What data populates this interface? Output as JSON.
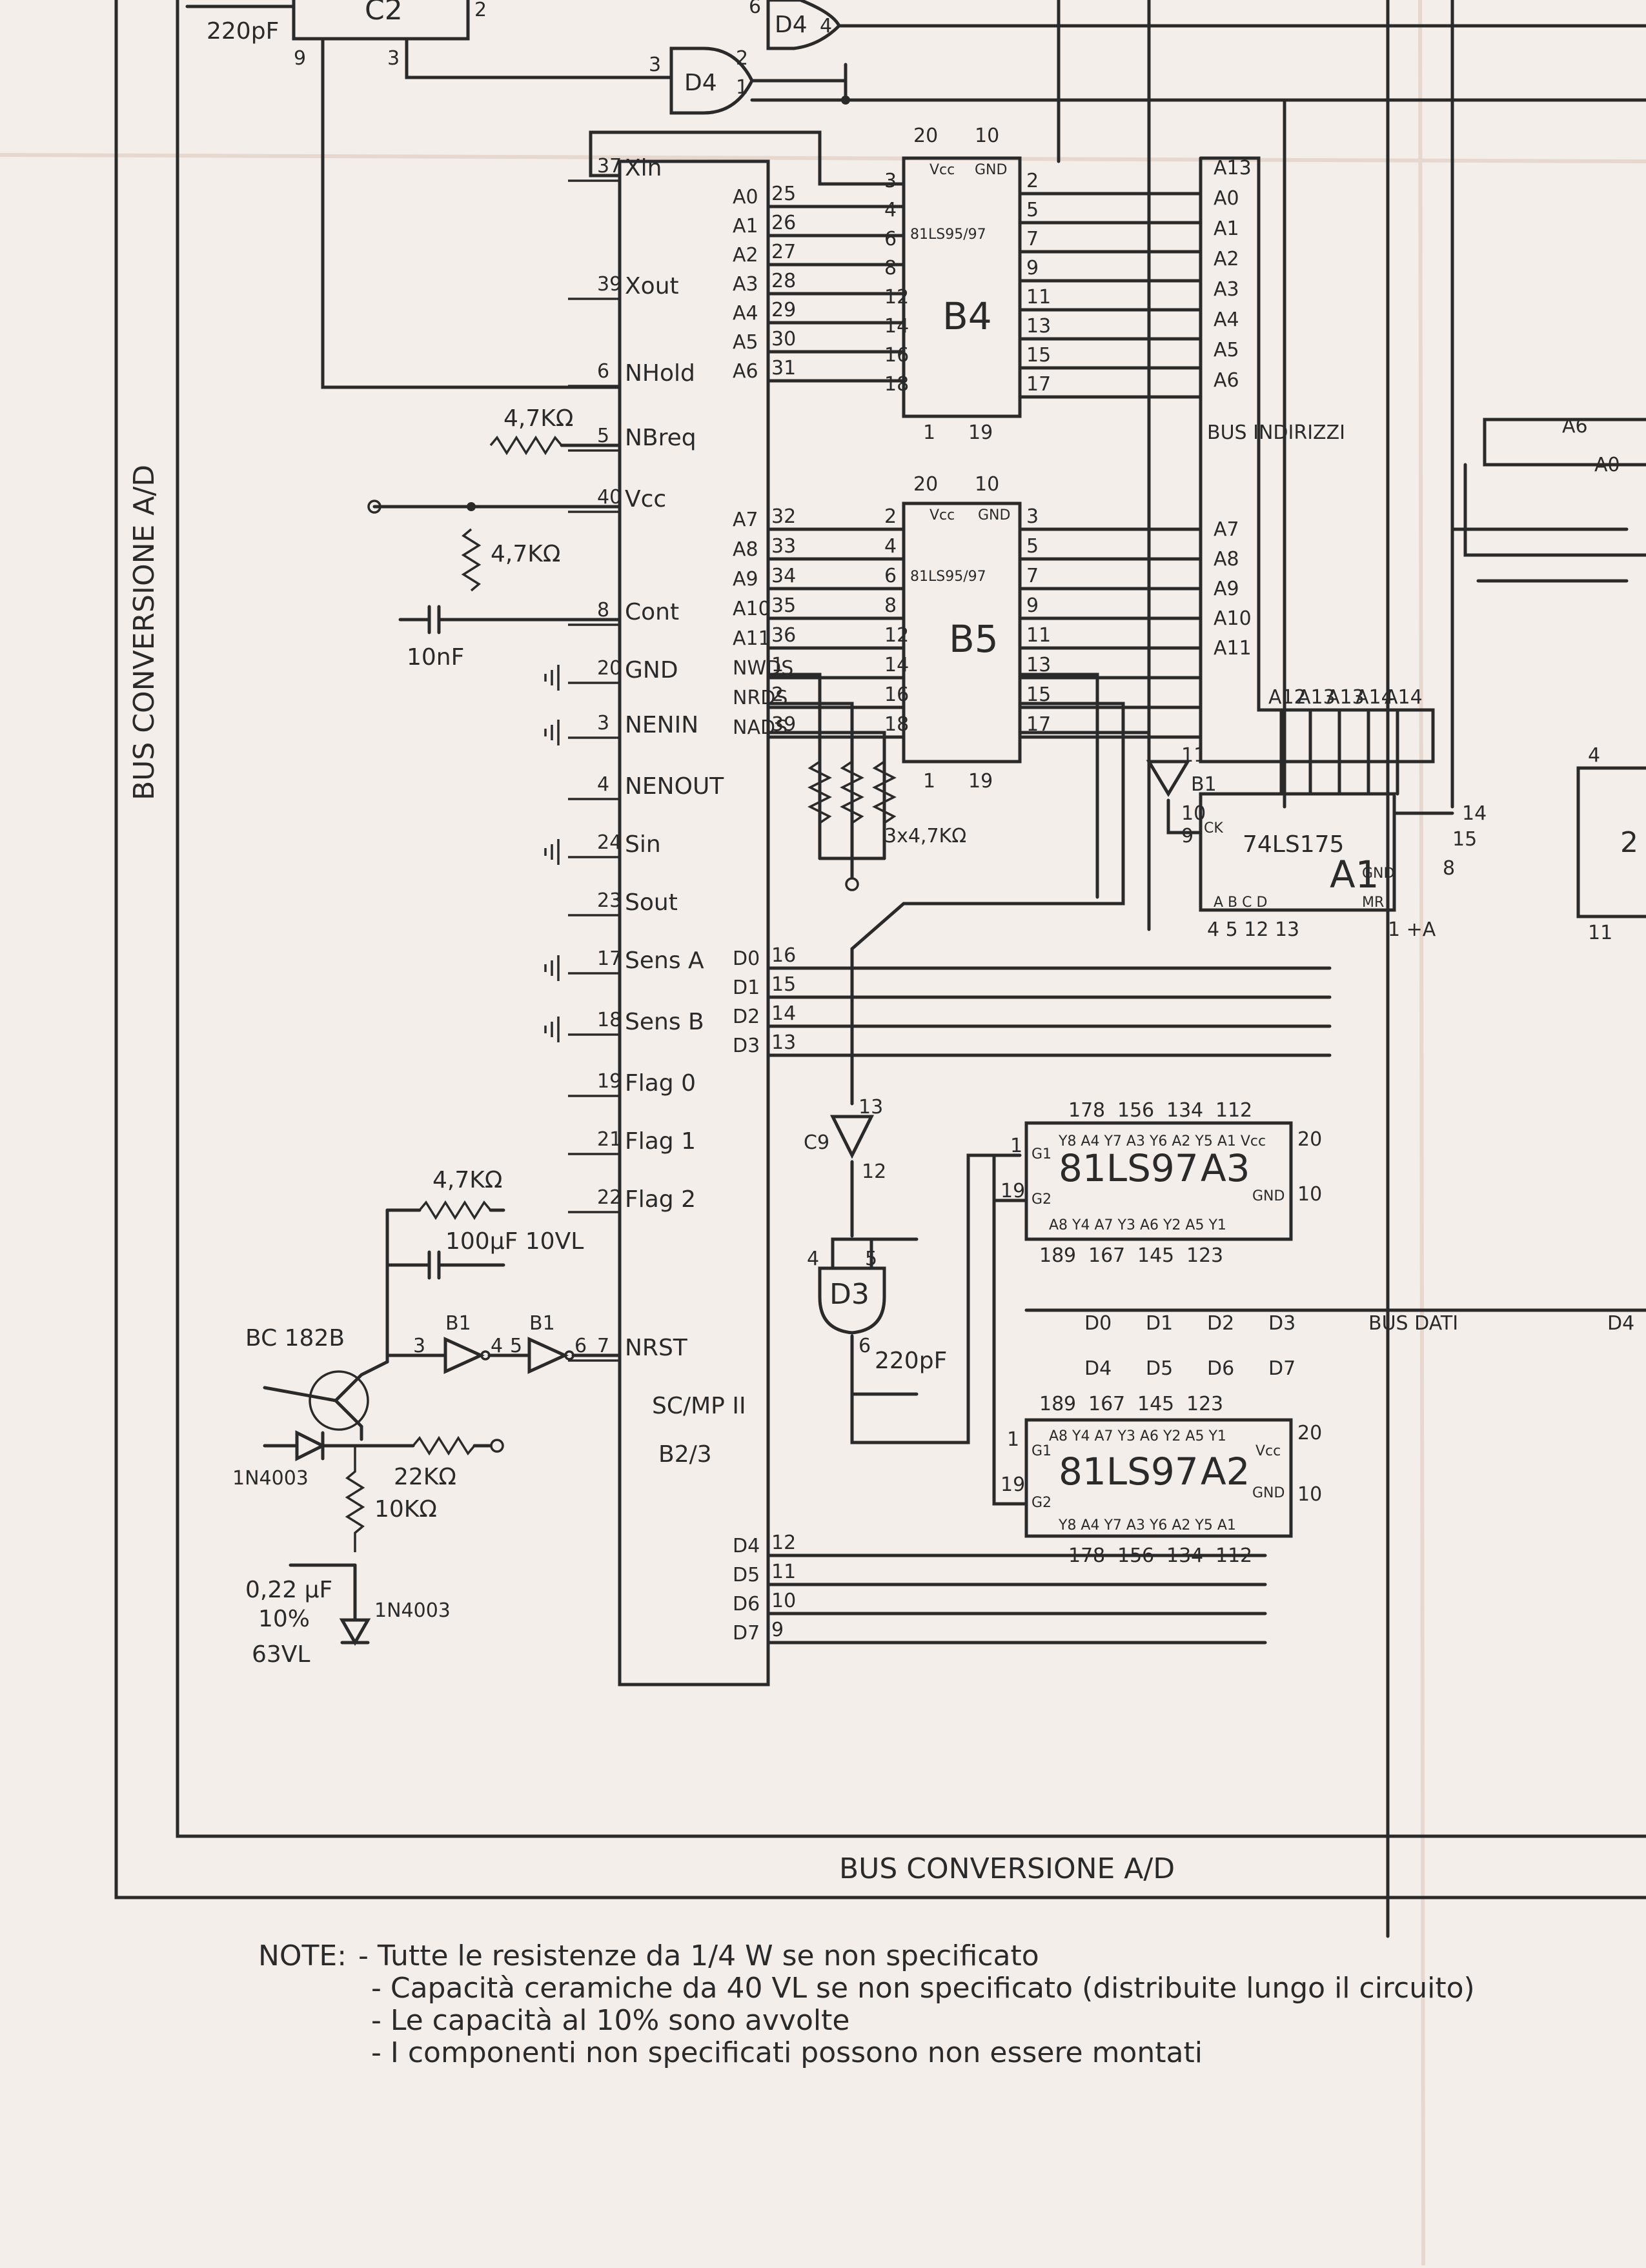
{
  "sheet": {
    "left_bus_label": "BUS CONVERSIONE A/D",
    "bottom_bus_label": "BUS CONVERSIONE A/D",
    "address_bus_label": "BUS INDIRIZZI",
    "data_bus_label": "BUS DATI"
  },
  "cpu": {
    "name1": "SC/MP II",
    "name2": "B2/3",
    "left_pins": [
      {
        "num": "37",
        "name": "Xin"
      },
      {
        "num": "39",
        "name": "Xout"
      },
      {
        "num": "6",
        "name": "NHold"
      },
      {
        "num": "5",
        "name": "NBreq"
      },
      {
        "num": "40",
        "name": "Vcc"
      },
      {
        "num": "8",
        "name": "Cont"
      },
      {
        "num": "20",
        "name": "GND"
      },
      {
        "num": "3",
        "name": "NENIN"
      },
      {
        "num": "4",
        "name": "NENOUT"
      },
      {
        "num": "24",
        "name": "Sin"
      },
      {
        "num": "23",
        "name": "Sout"
      },
      {
        "num": "17",
        "name": "Sens A"
      },
      {
        "num": "18",
        "name": "Sens B"
      },
      {
        "num": "19",
        "name": "Flag 0"
      },
      {
        "num": "21",
        "name": "Flag 1"
      },
      {
        "num": "22",
        "name": "Flag 2"
      },
      {
        "num": "7",
        "name": "NRST"
      }
    ],
    "right_pins_a": [
      {
        "name": "A0",
        "num": "25"
      },
      {
        "name": "A1",
        "num": "26"
      },
      {
        "name": "A2",
        "num": "27"
      },
      {
        "name": "A3",
        "num": "28"
      },
      {
        "name": "A4",
        "num": "29"
      },
      {
        "name": "A5",
        "num": "30"
      },
      {
        "name": "A6",
        "num": "31"
      }
    ],
    "right_pins_b": [
      {
        "name": "A7",
        "num": "32"
      },
      {
        "name": "A8",
        "num": "33"
      },
      {
        "name": "A9",
        "num": "34"
      },
      {
        "name": "A10",
        "num": "35"
      },
      {
        "name": "A11",
        "num": "36"
      },
      {
        "name": "NWDS",
        "num": "1"
      },
      {
        "name": "NRDS",
        "num": "2"
      },
      {
        "name": "NADS",
        "num": "39"
      }
    ],
    "right_pins_d": [
      {
        "name": "D0",
        "num": "16"
      },
      {
        "name": "D1",
        "num": "15"
      },
      {
        "name": "D2",
        "num": "14"
      },
      {
        "name": "D3",
        "num": "13"
      }
    ],
    "right_pins_d2": [
      {
        "name": "D4",
        "num": "12"
      },
      {
        "name": "D5",
        "num": "11"
      },
      {
        "name": "D6",
        "num": "10"
      },
      {
        "name": "D7",
        "num": "9"
      }
    ]
  },
  "chips": {
    "b4": {
      "name": "B4",
      "part": "81LS95/97"
    },
    "b5": {
      "name": "B5",
      "part": "81LS95/97"
    },
    "a1": {
      "name": "A1",
      "part": "74LS175"
    },
    "a3": {
      "name": "A3",
      "part": "81LS97"
    },
    "a2": {
      "name": "A2",
      "part": "81LS97"
    },
    "c2": {
      "name": "C2"
    },
    "d3": {
      "name": "D3"
    },
    "d4": {
      "name": "D4"
    }
  },
  "components": {
    "r_nbreq": "4,7KΩ",
    "r_vcc": "4,7KΩ",
    "c_cont": "10nF",
    "r_pack": "3x4,7KΩ",
    "r_rst": "4,7KΩ",
    "c_rst": "100µF 10VL",
    "transistor": "BC 182B",
    "diode1": "1N4003",
    "diode2": "1N4003",
    "r_22k": "22KΩ",
    "r_10k": "10KΩ",
    "c_022": "0,22 µF",
    "c_022_tol": "10%",
    "c_022_v": "63VL",
    "c_220_top": "220pF",
    "c_220_d3": "220pF",
    "inv_b1a": "B1",
    "inv_b1b": "B1",
    "inv_b1c": "B1",
    "inv_c9": "C9",
    "bus_right_a6": "A6",
    "bus_right_a0": "A0",
    "bus_right_d4": "D4"
  },
  "address_bus_pins": [
    "A13",
    "A0",
    "A1",
    "A2",
    "A3",
    "A4",
    "A5",
    "A6"
  ],
  "address_bus_pins2": [
    "A7",
    "A8",
    "A9",
    "A10",
    "A11"
  ],
  "a1_top": [
    "A12",
    "A13",
    "A13",
    "A14",
    "A14"
  ],
  "data_bus_row1": [
    "D0",
    "D1",
    "D2",
    "D3"
  ],
  "data_bus_row2": [
    "D4",
    "D5",
    "D6",
    "D7"
  ],
  "notes": {
    "head": "NOTE:",
    "line1": "- Tutte le resistenze da 1/4 W se non specificato",
    "line2": "- Capacità ceramiche da 40 VL se non specificato (distribuite lungo il circuito)",
    "line3": "- Le capacità al 10% sono avvolte",
    "line4": "- I componenti non specificati possono non essere montati"
  }
}
